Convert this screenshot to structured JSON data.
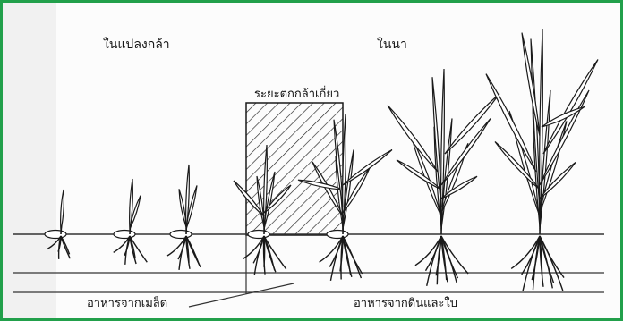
{
  "diagram": {
    "labels": {
      "nursery": "ในแปลงกล้า",
      "field": "ในนา",
      "transplant_period": "ระยะตกกล้าเกี่ยว",
      "seed_nutrition": "อาหารจากเมล็ด",
      "soil_leaf_nutrition": "อาหารจากดินและใบ"
    },
    "plants": [
      {
        "name": "seedling-1",
        "stage": 1
      },
      {
        "name": "seedling-2",
        "stage": 2
      },
      {
        "name": "seedling-3",
        "stage": 3
      },
      {
        "name": "seedling-4",
        "stage": 4
      },
      {
        "name": "plant-5",
        "stage": 5
      },
      {
        "name": "plant-6",
        "stage": 6
      },
      {
        "name": "plant-7",
        "stage": 7
      }
    ],
    "colors": {
      "border": "#22a04b",
      "ink": "#1a1a1a",
      "paper": "#fcfcfc"
    }
  }
}
